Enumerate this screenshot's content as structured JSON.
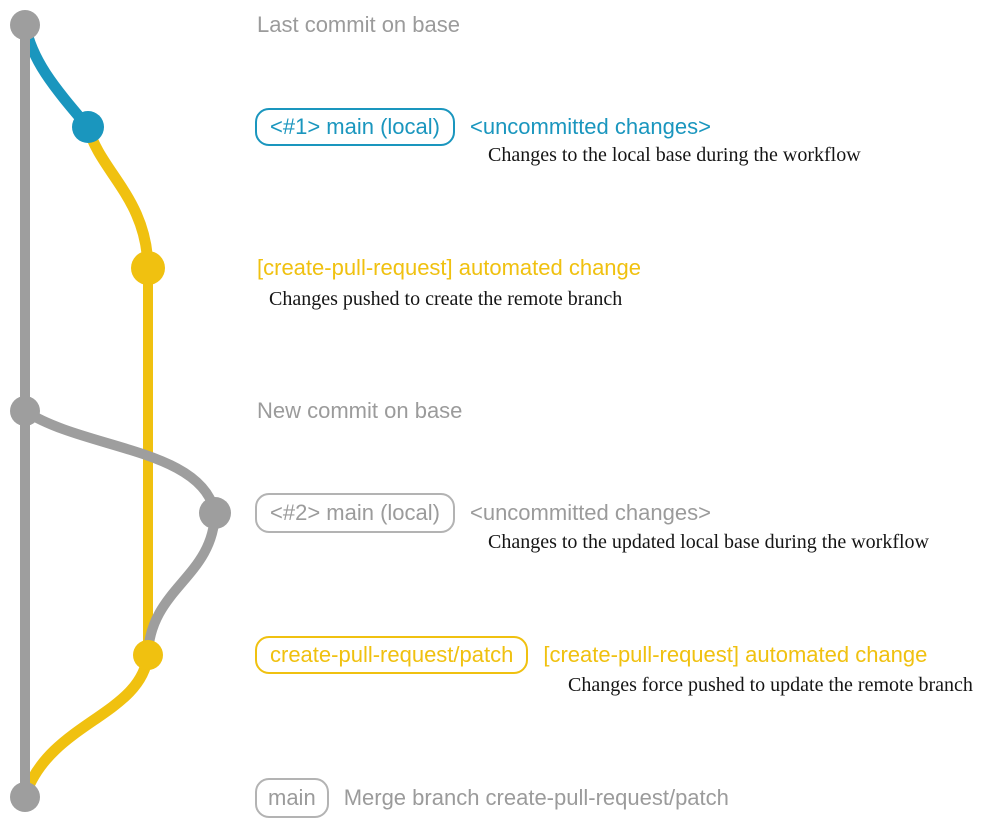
{
  "colors": {
    "gray": "#9e9e9e",
    "blue": "#1a96be",
    "yellow": "#f0c110",
    "text_gray": "#9b9b9b",
    "badge_border_gray": "#b3b3b3",
    "note_black": "#151515"
  },
  "graph": {
    "branches": [
      {
        "name": "base",
        "color": "#9e9e9e"
      },
      {
        "name": "main (local)",
        "color": "#1a96be"
      },
      {
        "name": "create-pull-request/patch",
        "color": "#f0c110"
      }
    ],
    "commits": [
      {
        "id": "last-commit-on-base",
        "branch": "base",
        "color": "#9e9e9e"
      },
      {
        "id": "uncommitted-changes-1",
        "branch": "main (local)",
        "color": "#1a96be"
      },
      {
        "id": "automated-change-1",
        "branch": "create-pull-request/patch",
        "color": "#f0c110"
      },
      {
        "id": "new-commit-on-base",
        "branch": "base",
        "color": "#9e9e9e"
      },
      {
        "id": "uncommitted-changes-2",
        "branch": "main (local)",
        "color": "#9e9e9e"
      },
      {
        "id": "automated-change-2",
        "branch": "create-pull-request/patch",
        "color": "#f0c110"
      },
      {
        "id": "merge-commit",
        "branch": "base",
        "color": "#9e9e9e"
      }
    ]
  },
  "rows": {
    "last_commit": {
      "text": "Last commit on base"
    },
    "commit1": {
      "badge": "<#1> main (local)",
      "status": "<uncommitted changes>",
      "note": "Changes to the local base during the workflow"
    },
    "automated1": {
      "title": "[create-pull-request] automated change",
      "note": "Changes pushed to create the remote branch"
    },
    "new_commit": {
      "text": "New commit on base"
    },
    "commit2": {
      "badge": "<#2> main (local)",
      "status": "<uncommitted changes>",
      "note": "Changes to the updated local base during the workflow"
    },
    "patch": {
      "badge": "create-pull-request/patch",
      "title": "[create-pull-request] automated change",
      "note": "Changes force pushed to update the remote branch"
    },
    "merge": {
      "badge": "main",
      "text": "Merge branch create-pull-request/patch"
    }
  }
}
